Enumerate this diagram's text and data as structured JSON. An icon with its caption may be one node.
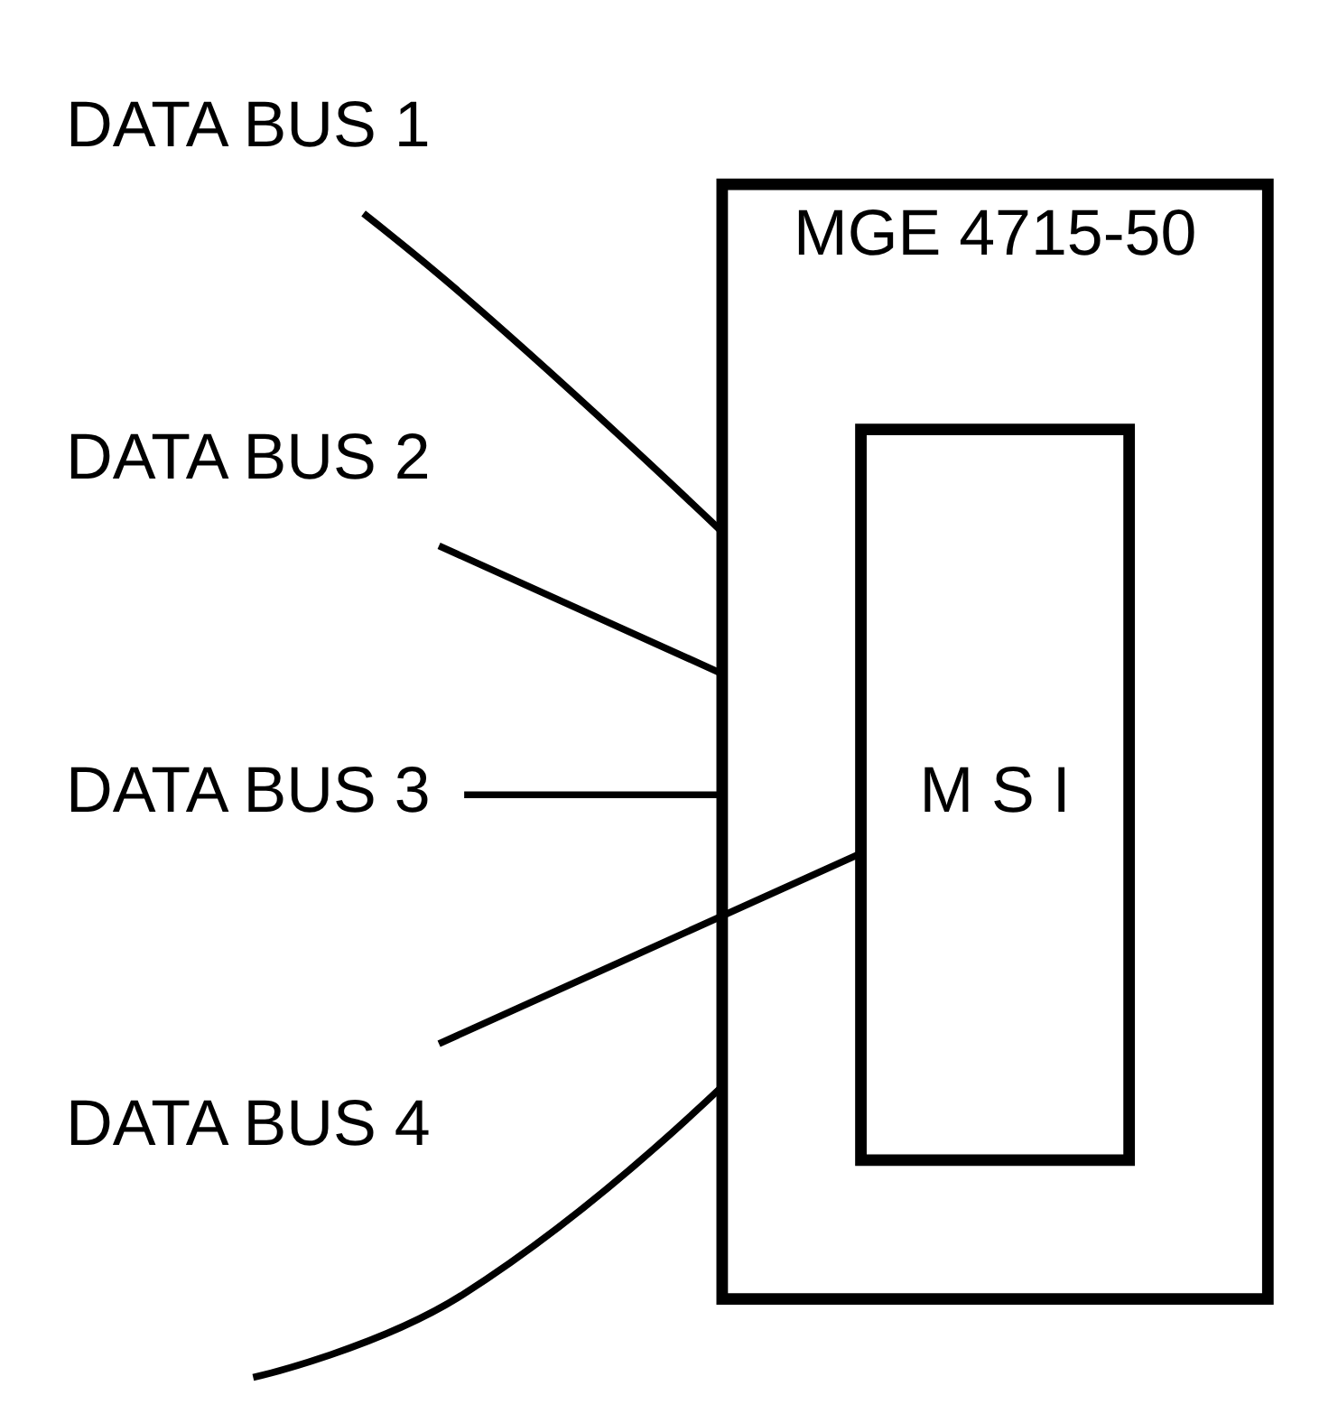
{
  "diagram": {
    "nodes": [
      {
        "text": [
          "MGE 4715-50"
        ]
      },
      {
        "text": [
          "M S I"
        ],
        "in": 0
      },
      {
        "text": [
          "DATA BUS 1"
        ]
      },
      {
        "text": [
          "DATA BUS 2"
        ]
      },
      {
        "text": [
          "DATA BUS 3"
        ]
      },
      {
        "text": [
          "DATA BUS 4"
        ]
      }
    ],
    "edges": [
      {
        "from": null,
        "to": 0,
        "arrow": "none"
      },
      {
        "from": 2,
        "to": 0,
        "arrow": "none"
      },
      {
        "from": 3,
        "to": 0,
        "arrow": "none"
      },
      {
        "from": 4,
        "to": 0,
        "arrow": "none"
      },
      {
        "from": 5,
        "to": 1,
        "arrow": "none"
      }
    ]
  }
}
